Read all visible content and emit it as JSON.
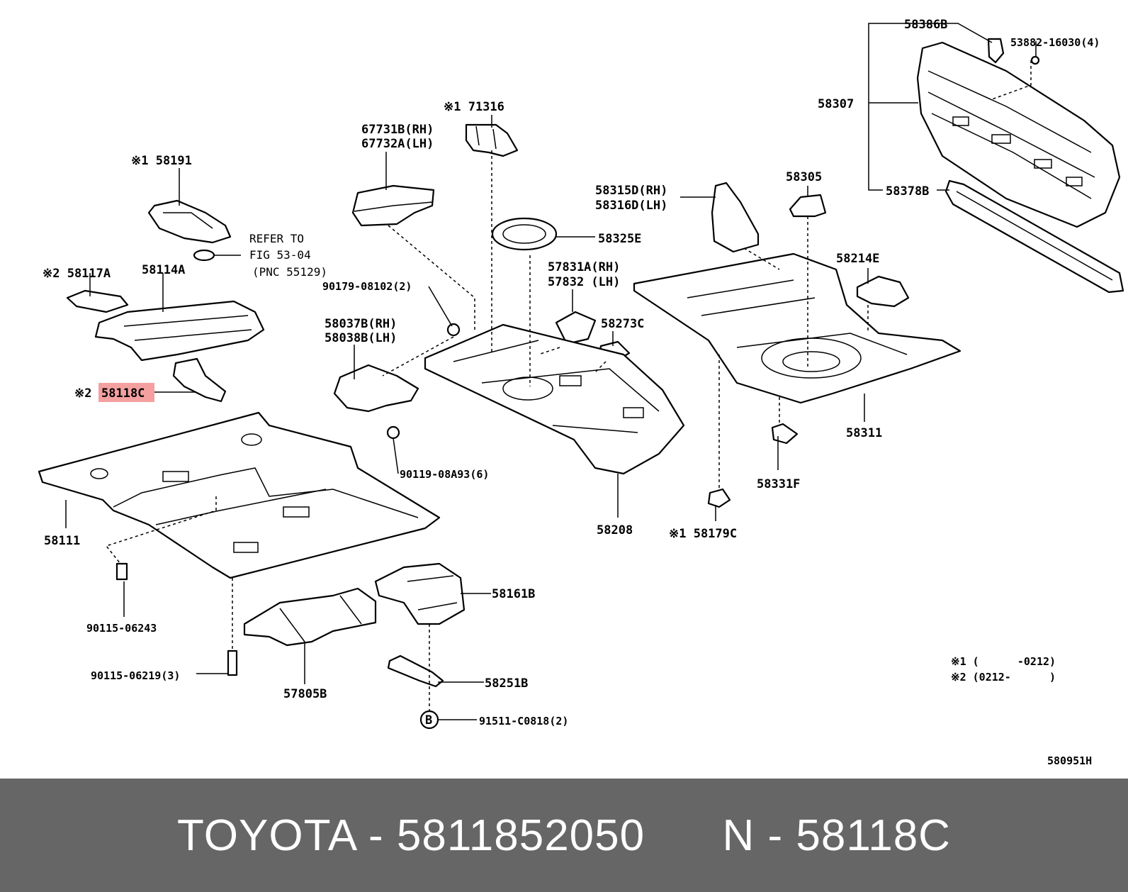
{
  "footer": {
    "brand": "TOYOTA",
    "sep1": " - ",
    "part_number": "5811852050",
    "gap": "      ",
    "ref_prefix": "N",
    "sep2": " - ",
    "ref_code": "58118C"
  },
  "highlight_color": "#f4a0a0",
  "footer_bg": "#666666",
  "labels": {
    "l_58386B": "58386B",
    "l_53882": "53882-16030(4)",
    "l_58307": "58307",
    "l_58378B": "58378B",
    "l_71316": "※1 71316",
    "l_67731B": "67731B(RH)",
    "l_67732A": "67732A(LH)",
    "l_58191": "※1 58191",
    "l_refer1": "REFER TO",
    "l_refer2": "FIG 53-04",
    "l_refer3": "(PNC 55129)",
    "l_58117A": "※2 58117A",
    "l_58114A": "58114A",
    "l_58118C_prefix": "※2",
    "l_58118C": "58118C",
    "l_58315D": "58315D(RH)",
    "l_58316D": "58316D(LH)",
    "l_58305": "58305",
    "l_58325E": "58325E",
    "l_90179": "90179-08102(2)",
    "l_57831A": "57831A(RH)",
    "l_57832": "57832  (LH)",
    "l_58214E": "58214E",
    "l_58273C": "58273C",
    "l_58037B": "58037B(RH)",
    "l_58038B": "58038B(LH)",
    "l_58311": "58311",
    "l_90119": "90119-08A93(6)",
    "l_58331F": "58331F",
    "l_58111": "58111",
    "l_58208": "58208",
    "l_58179C": "※1 58179C",
    "l_58161B": "58161B",
    "l_90115_06243": "90115-06243",
    "l_90115_06219": "90115-06219(3)",
    "l_57805B": "57805B",
    "l_58251B": "58251B",
    "l_91511": "91511-C0818(2)",
    "l_B": "B",
    "note1": "※1 (      -0212)",
    "note2": "※2 (0212-      )",
    "fig_id": "580951H"
  }
}
